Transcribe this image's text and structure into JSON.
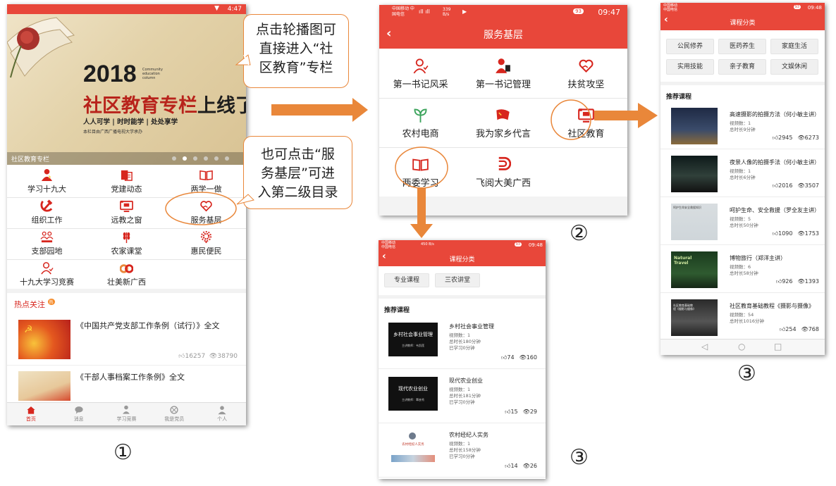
{
  "screen1": {
    "status_time": "4:47",
    "banner": {
      "year": "2018",
      "small_en": "Community education column",
      "headline_red": "社区教育专栏",
      "headline_dark": "上线了",
      "slogan": "人人可学 | 时时能学 | 处处享学",
      "credit": "本栏目由广西广播电视大学承办",
      "caption": "社区教育专栏"
    },
    "grid": [
      {
        "label": "学习十九大",
        "icon": "party-person-icon"
      },
      {
        "label": "党建动态",
        "icon": "party-news-icon"
      },
      {
        "label": "两学一做",
        "icon": "open-book-icon"
      },
      {
        "label": "组织工作",
        "icon": "hammer-sickle-icon"
      },
      {
        "label": "远教之窗",
        "icon": "tv-icon"
      },
      {
        "label": "服务基层",
        "icon": "heart-hand-icon"
      },
      {
        "label": "支部园地",
        "icon": "people-icon"
      },
      {
        "label": "农家课堂",
        "icon": "wheat-icon"
      },
      {
        "label": "惠民便民",
        "icon": "gear-flower-icon"
      },
      {
        "label": "十九大学习竞赛",
        "icon": "person-outline-icon"
      },
      {
        "label": "壮美新广西",
        "icon": "sixty-badge-icon"
      }
    ],
    "hot_title": "热点关注",
    "hot_badge": "热",
    "news": [
      {
        "title": "《中国共产党支部工作条例（试行）》全文",
        "likes": "16257",
        "views": "38790"
      },
      {
        "title": "《干部人事档案工作条例》全文"
      }
    ],
    "nav": [
      "首页",
      "消息",
      "学习竞赛",
      "我是党员",
      "个人"
    ]
  },
  "screen2": {
    "status_left": "中国移动 中国电信",
    "status_speed": "339 B/s",
    "status_batt": "93",
    "status_time": "09:47",
    "title": "服务基层",
    "items": [
      {
        "label": "第一书记风采",
        "icon": "person-outline-icon"
      },
      {
        "label": "第一书记管理",
        "icon": "secretary-icon"
      },
      {
        "label": "扶贫攻坚",
        "icon": "heart-hand-icon"
      },
      {
        "label": "农村电商",
        "icon": "sprout-icon"
      },
      {
        "label": "我为家乡代言",
        "icon": "flag-icon"
      },
      {
        "label": "社区教育",
        "icon": "tv-icon"
      },
      {
        "label": "两委学习",
        "icon": "open-book-icon"
      },
      {
        "label": "飞阅大美广西",
        "icon": "guangxi-logo-icon"
      }
    ]
  },
  "screen3a": {
    "status_left": "中国移动 中国电信",
    "status_speed": "450 B/s",
    "status_batt": "93",
    "status_time": "09:48",
    "title": "课程分类",
    "tags": [
      "专业课程",
      "三农讲堂"
    ],
    "section": "推荐课程",
    "courses": [
      {
        "title": "乡村社会事业管理",
        "thumb": "乡村社会事业管理",
        "thumb_sub": "主讲教师：韦凯莲",
        "m1": "视频数：1",
        "m2": "总时长180分钟",
        "m3": "已学习0分钟",
        "likes": "74",
        "views": "160"
      },
      {
        "title": "现代农业创业",
        "thumb": "现代农业创业",
        "thumb_sub": "主讲教师：覃彦秀",
        "m1": "视频数：1",
        "m2": "总时长181分钟",
        "m3": "已学习0分钟",
        "likes": "15",
        "views": "29"
      },
      {
        "title": "农村经纪人实务",
        "thumb": "农村经纪人实务",
        "thumb_sub": "",
        "m1": "视频数：1",
        "m2": "总时长158分钟",
        "m3": "已学习0分钟",
        "likes": "14",
        "views": "26"
      }
    ]
  },
  "screen3b": {
    "status_left": "中国移动 中国电信",
    "status_batt": "93",
    "status_time": "09:48",
    "title": "课程分类",
    "tags": [
      "公民修养",
      "医药养生",
      "家庭生活",
      "实用技能",
      "亲子教育",
      "文娱休闲"
    ],
    "section": "推荐课程",
    "courses": [
      {
        "title": "高速摄影的拍摄方法（何小敏主讲）",
        "m1": "视频数：1",
        "m2": "总时长9分钟",
        "likes": "2945",
        "views": "6273"
      },
      {
        "title": "夜景人像的拍摄手法（何小敏主讲）",
        "m1": "视频数：1",
        "m2": "总时长6分钟",
        "likes": "2016",
        "views": "3507"
      },
      {
        "title": "呵护生命、安全救援（罗全友主讲）",
        "m1": "视频数：5",
        "m2": "总时长50分钟",
        "likes": "1090",
        "views": "1753"
      },
      {
        "title": "博物旅行（郑洋主讲）",
        "m1": "视频数：6",
        "m2": "总时长58分钟",
        "likes": "926",
        "views": "1393"
      },
      {
        "title": "社区教育基础教程《摄影与摄像》",
        "m1": "视频数：54",
        "m2": "总时长1016分钟",
        "likes": "254",
        "views": "768"
      }
    ],
    "thumb_text_3": "呵护生命安全救援知识",
    "thumb_text_4": "Natural Travel",
    "thumb_text_5": "社区教育基础教程《摄影与摄像》"
  },
  "annotations": {
    "callout1": [
      "点击轮播图可",
      "直接进入“社",
      "区教育”专栏"
    ],
    "callout2": [
      "也可点击“服",
      "务基层”可进",
      "入第二级目录"
    ],
    "num1": "①",
    "num2": "②",
    "num3a": "③",
    "num3b": "③"
  },
  "colors": {
    "accent": "#e8473a",
    "party_red": "#d7261e",
    "arrow": "#e9873a"
  }
}
